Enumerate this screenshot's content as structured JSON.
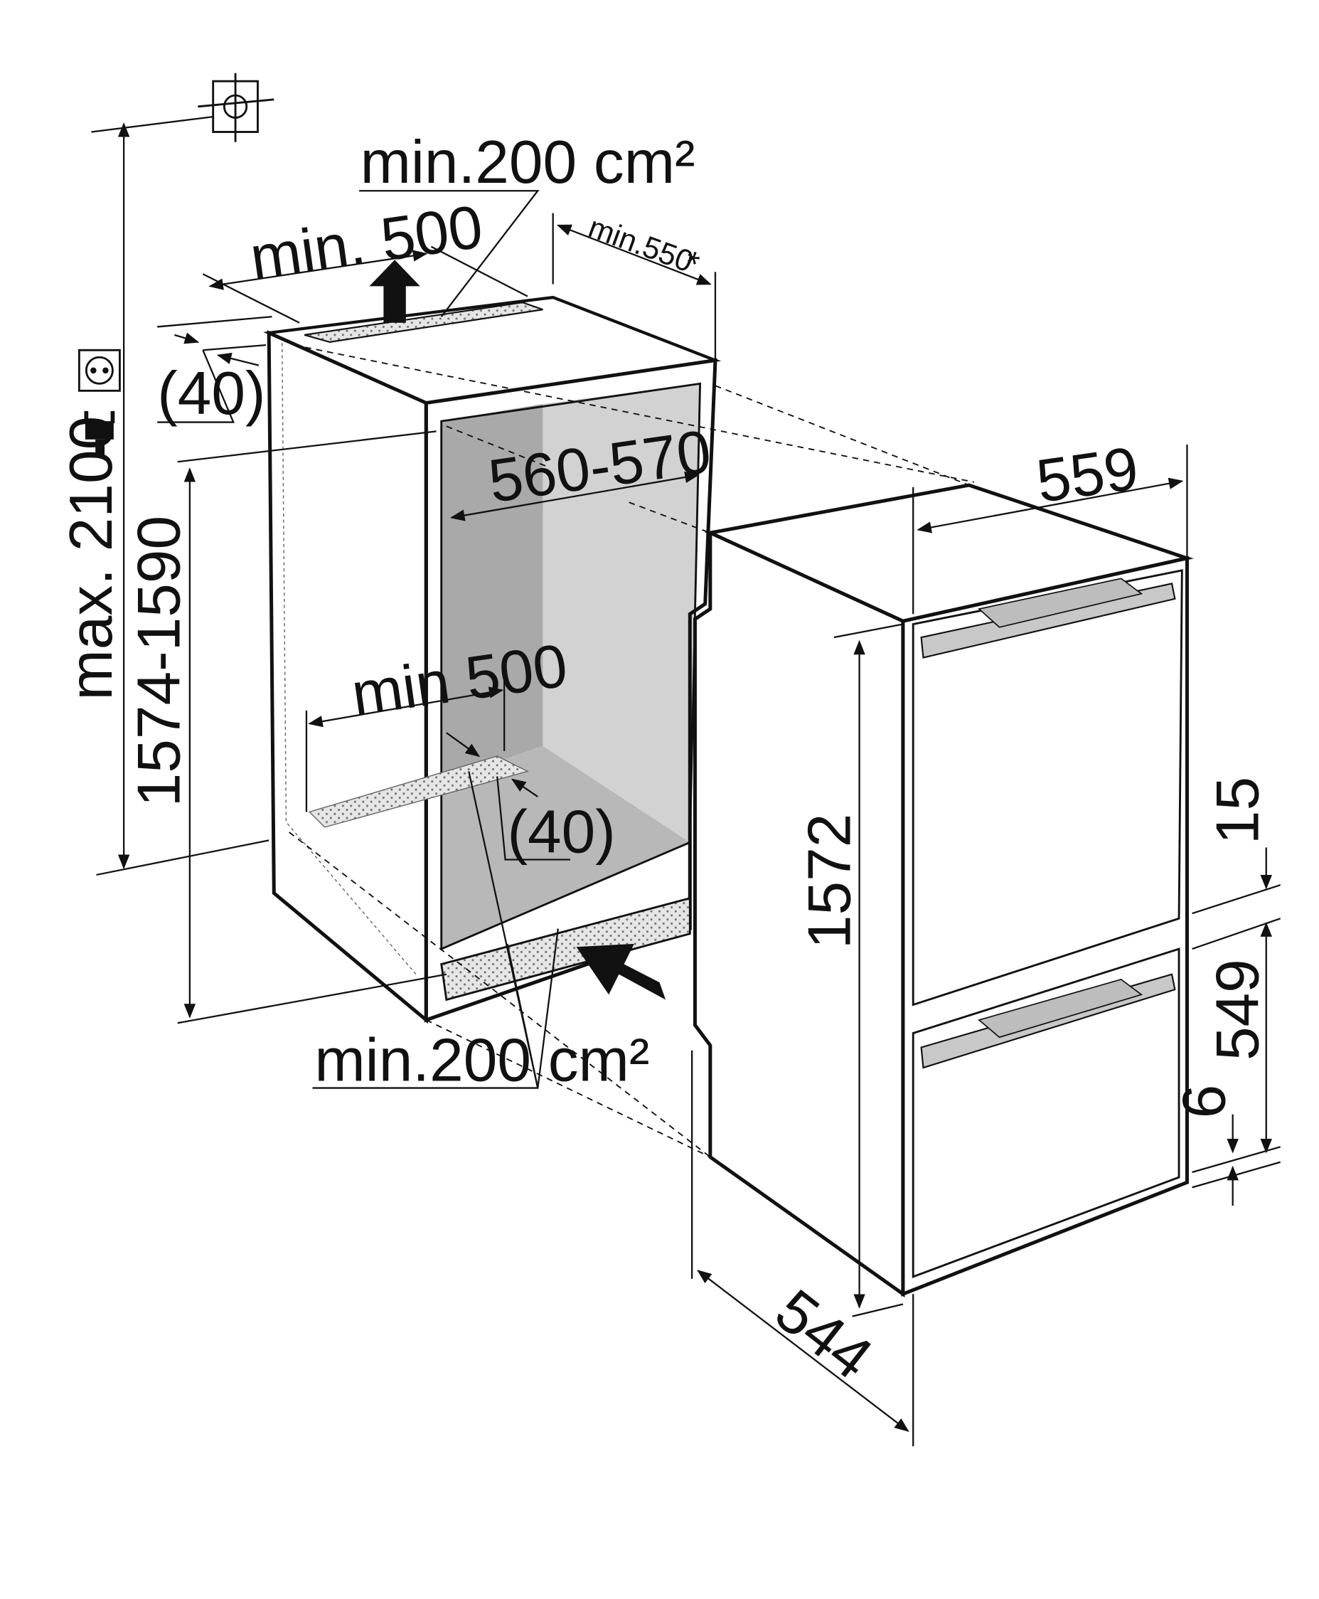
{
  "labels": {
    "max_height": "max. 2100",
    "niche_height": "1574-1590",
    "top_vent_area": "min.200 cm²",
    "top_vent_width": "min. 500",
    "top_depth": "min.550",
    "top_depth_mark": "*",
    "top_gap": "(40)",
    "niche_width": "560-570",
    "bottom_vent_width": "min 500",
    "bottom_gap": "(40)",
    "bottom_vent_area": "min.200 cm²",
    "appliance_width": "559",
    "appliance_height": "1572",
    "appliance_depth": "544",
    "gap_upper": "15",
    "lower_door": "549",
    "gap_lower": "6"
  },
  "icons": [
    "installation-symbol-icon",
    "power-socket-icon",
    "power-plug-icon",
    "airflow-arrow-up-icon",
    "airflow-arrow-in-icon"
  ]
}
